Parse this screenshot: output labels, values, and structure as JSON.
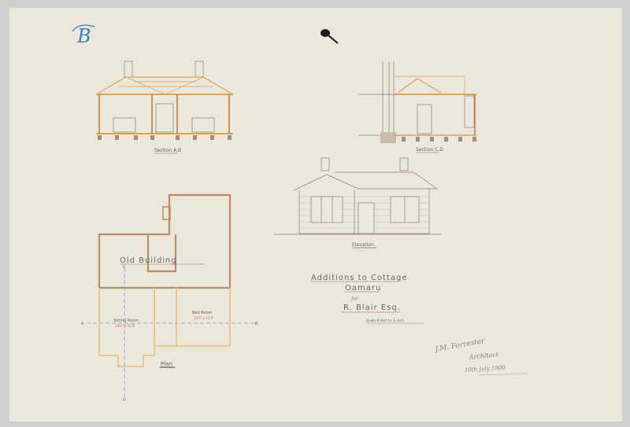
{
  "sheet": {
    "corner_mark": "B",
    "title_block": {
      "line1": "Additions to Cottage",
      "line2": "Oamaru",
      "line3": "for",
      "line4": "R. Blair Esq.",
      "scale": "Scale 8 feet to 1 inch"
    },
    "signature": {
      "name": "J.M. Forrester",
      "role": "Architect",
      "date": "10th July 1900"
    }
  },
  "drawings": {
    "section_ab": {
      "label": "Section A.B"
    },
    "section_cd": {
      "label": "Section C.D"
    },
    "elevation": {
      "label": "Elevation"
    },
    "plan": {
      "label": "Plan",
      "old_building": "Old Building",
      "rooms": [
        {
          "name": "Sitting Room",
          "size": "14'0\" x 12'0\""
        },
        {
          "name": "Bed Room",
          "size": "14'0\" x 12'0\""
        }
      ],
      "section_markers": [
        "A",
        "B",
        "C",
        "D"
      ]
    }
  },
  "colors": {
    "paper": "#ece7db",
    "border": "#cfcfcf",
    "ink": "#7a6f66",
    "timber": "#d9a35e",
    "old_wall": "#b88e6a",
    "new_wall": "#e6c98e",
    "section_line": "#7f95c4",
    "dimension": "#d0605a",
    "mark_blue": "#3a7fc4"
  }
}
